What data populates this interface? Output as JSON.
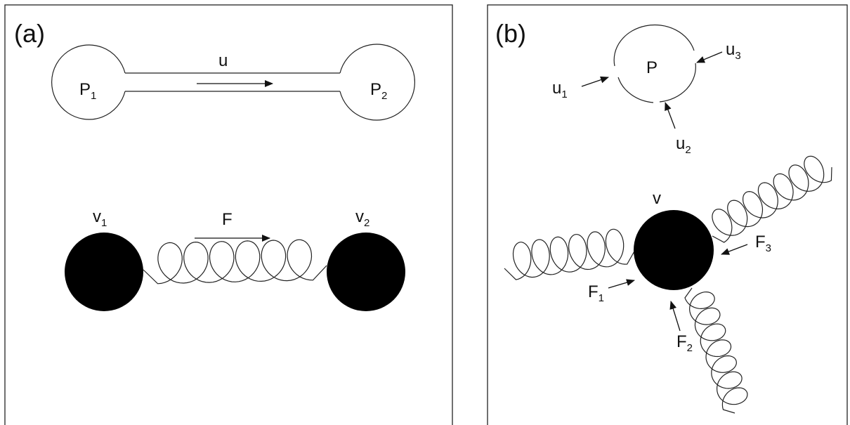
{
  "panel_a": {
    "label": "(a)",
    "pipe": {
      "left_node": {
        "main": "P",
        "sub": "1"
      },
      "right_node": {
        "main": "P",
        "sub": "2"
      },
      "flow": {
        "main": "u"
      }
    },
    "spring": {
      "left_mass": {
        "main": "v",
        "sub": "1"
      },
      "right_mass": {
        "main": "v",
        "sub": "2"
      },
      "force": {
        "main": "F"
      }
    }
  },
  "panel_b": {
    "label": "(b)",
    "junction": {
      "node": {
        "main": "P"
      },
      "flows": [
        {
          "main": "u",
          "sub": "1"
        },
        {
          "main": "u",
          "sub": "2"
        },
        {
          "main": "u",
          "sub": "3"
        }
      ]
    },
    "mass_system": {
      "mass": {
        "main": "v"
      },
      "forces": [
        {
          "main": "F",
          "sub": "1"
        },
        {
          "main": "F",
          "sub": "2"
        },
        {
          "main": "F",
          "sub": "3"
        }
      ]
    }
  }
}
